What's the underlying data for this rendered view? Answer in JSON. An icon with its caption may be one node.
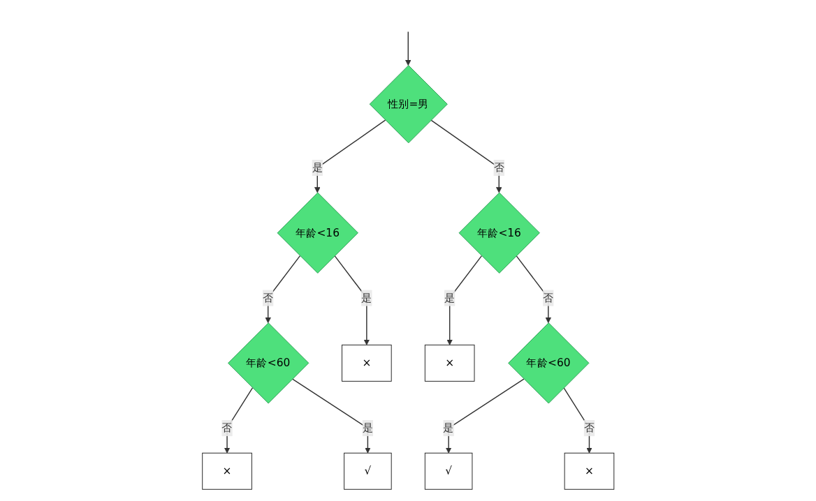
{
  "diagram": {
    "nodes": [
      {
        "text": [
          "性别=男"
        ]
      },
      {
        "text": [
          "年龄<16"
        ]
      },
      {
        "text": [
          "年龄<16"
        ]
      },
      {
        "text": [
          "年龄<60"
        ]
      },
      {
        "text": [
          "×"
        ]
      },
      {
        "text": [
          "×"
        ]
      },
      {
        "text": [
          "年龄<60"
        ]
      },
      {
        "text": [
          "×"
        ]
      },
      {
        "text": [
          "√"
        ]
      },
      {
        "text": [
          "√"
        ]
      },
      {
        "text": [
          "×"
        ]
      }
    ],
    "edges": [
      {
        "from": null,
        "to": 0,
        "arrow": "to"
      },
      {
        "from": 0,
        "to": 1,
        "label": "是",
        "arrow": "to"
      },
      {
        "from": 0,
        "to": 2,
        "label": "否",
        "arrow": "to"
      },
      {
        "from": 1,
        "to": 3,
        "label": "否",
        "arrow": "to"
      },
      {
        "from": 1,
        "to": 4,
        "label": "是",
        "arrow": "to"
      },
      {
        "from": 2,
        "to": 5,
        "label": "是",
        "arrow": "to"
      },
      {
        "from": 2,
        "to": 6,
        "label": "否",
        "arrow": "to"
      },
      {
        "from": 3,
        "to": 7,
        "label": "否",
        "arrow": "to"
      },
      {
        "from": 3,
        "to": 8,
        "label": "是",
        "arrow": "to"
      },
      {
        "from": 6,
        "to": 9,
        "label": "是",
        "arrow": "to"
      },
      {
        "from": 6,
        "to": 10,
        "label": "否",
        "arrow": "to"
      }
    ]
  }
}
